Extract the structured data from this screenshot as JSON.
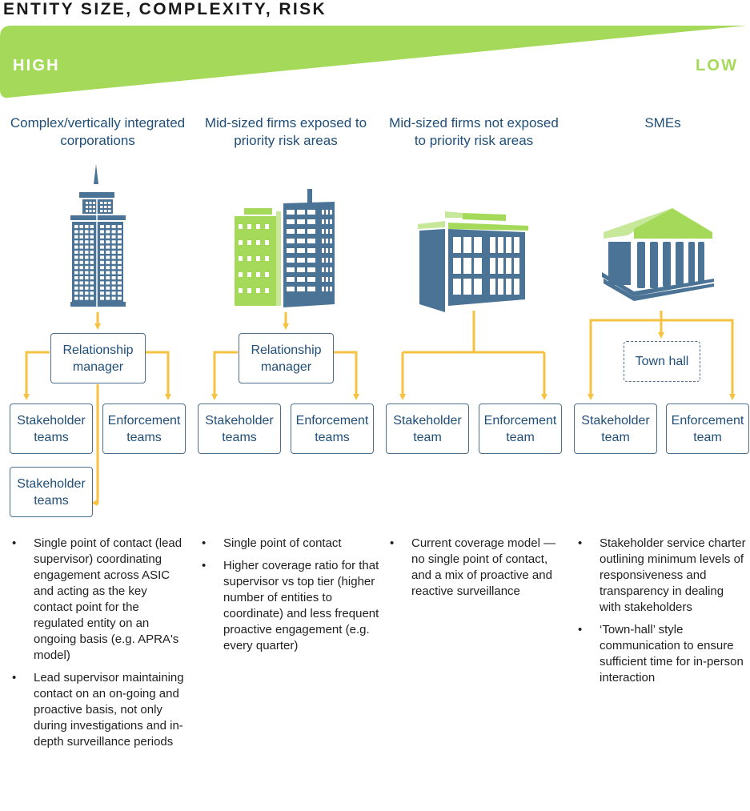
{
  "header": {
    "title": "ENTITY SIZE, COMPLEXITY, RISK",
    "scale_high": "HIGH",
    "scale_low": "LOW"
  },
  "colors": {
    "green": "#a5d95a",
    "light_green": "#c7e89a",
    "navy": "#4a7396",
    "text_blue": "#1f4e79",
    "connector": "#f5c242"
  },
  "columns": [
    {
      "title": "Complex/vertically integrated corporations",
      "icon": "skyscraper-icon",
      "manager": "Relationship manager",
      "boxes": [
        "Stakeholder teams",
        "Enforcement teams",
        "Stakeholder teams"
      ],
      "bullets": [
        "Single point of contact (lead supervisor) coordinating engagement across ASIC and acting as the key contact point for the regulated entity on an ongoing basis (e.g. APRA's model)",
        "Lead supervisor maintaining contact on an on-going and proactive basis, not only during investigations and in-depth surveillance periods"
      ]
    },
    {
      "title": "Mid-sized firms exposed to priority risk areas",
      "icon": "office-buildings-icon",
      "manager": "Relationship manager",
      "boxes": [
        "Stakeholder teams",
        "Enforcement teams"
      ],
      "bullets": [
        "Single point of contact",
        "Higher coverage ratio for that supervisor vs top tier (higher number of entities to coordinate) and less frequent proactive engagement (e.g. every quarter)"
      ]
    },
    {
      "title": "Mid-sized firms not exposed to priority risk areas",
      "icon": "office-block-icon",
      "boxes": [
        "Stakeholder team",
        "Enforcement team"
      ],
      "bullets": [
        "Current coverage model — no single point of contact, and a mix of proactive and reactive surveillance"
      ]
    },
    {
      "title": "SMEs",
      "icon": "classical-building-icon",
      "townhall": "Town hall",
      "boxes": [
        "Stakeholder team",
        "Enforcement team"
      ],
      "bullets": [
        "Stakeholder service charter outlining minimum levels of responsiveness and transparency in dealing with stakeholders",
        "‘Town-hall’ style communication to ensure sufficient time for in-person interaction"
      ]
    }
  ]
}
